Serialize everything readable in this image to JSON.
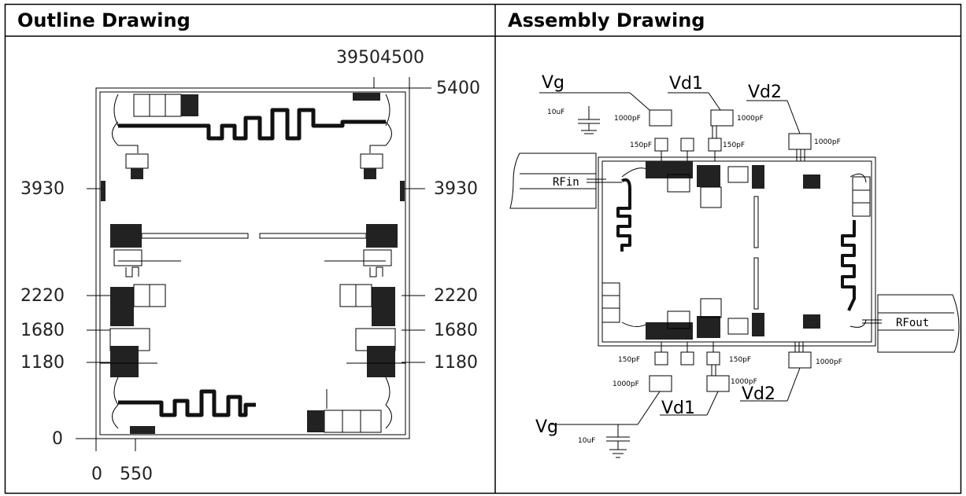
{
  "panels": {
    "outline": {
      "title": "Outline Drawing",
      "dims": {
        "top_x1": "3950",
        "top_x2": "4500",
        "top_right": "5400",
        "left_3930": "3930",
        "right_3930": "3930",
        "left_2220": "2220",
        "right_2220": "2220",
        "left_1680": "1680",
        "right_1680": "1680",
        "left_1180": "1180",
        "right_1180": "1180",
        "left_0": "0",
        "bottom_0": "0",
        "bottom_550": "550"
      }
    },
    "assembly": {
      "title": "Assembly Drawing",
      "labels": {
        "vg_top": "Vg",
        "vd1_top": "Vd1",
        "vd2_top": "Vd2",
        "cap_10uf_top": "10uF",
        "cap_1000pf_a": "1000pF",
        "cap_1000pf_b": "1000pF",
        "cap_1000pf_c": "1000pF",
        "cap_150pf_a": "150pF",
        "cap_150pf_b": "150pF",
        "rfin": "RFin",
        "rfout": "RFout",
        "cap_150pf_c": "150pF",
        "cap_150pf_d": "150pF",
        "cap_1000pf_d": "1000pF",
        "cap_1000pf_e": "1000pF",
        "cap_1000pf_f": "1000pF",
        "vg_bottom": "Vg",
        "vd1_bottom": "Vd1",
        "vd2_bottom": "Vd2",
        "cap_10uf_bottom": "10uF"
      }
    }
  }
}
